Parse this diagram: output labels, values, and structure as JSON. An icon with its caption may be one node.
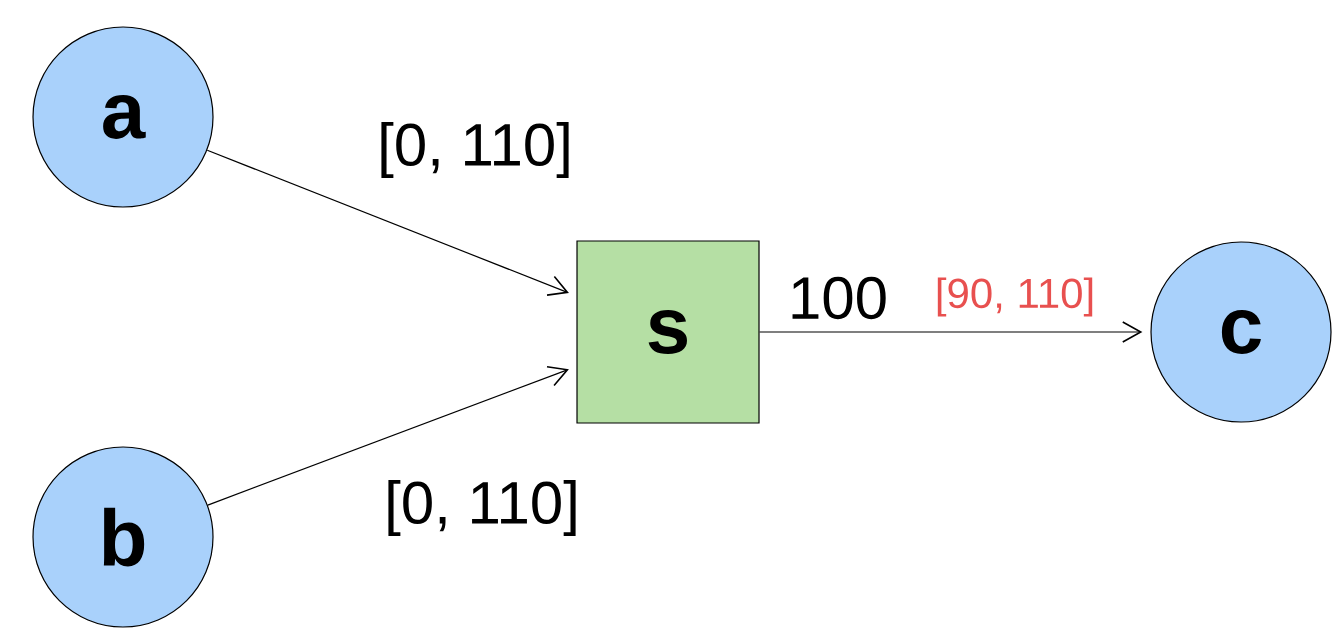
{
  "diagram": {
    "nodes": [
      {
        "text": [
          "a"
        ]
      },
      {
        "text": [
          "b"
        ]
      },
      {
        "text": [
          "s"
        ]
      },
      {
        "text": [
          "c"
        ]
      }
    ],
    "edges": [
      {
        "from": 0,
        "to": 2,
        "arrow": "to",
        "label": "[0, 110]"
      },
      {
        "from": 1,
        "to": 2,
        "arrow": "to",
        "label": "[0, 110]"
      },
      {
        "from": 2,
        "to": 3,
        "arrow": "to",
        "label": "100"
      }
    ],
    "labels": [
      "[90, 110]"
    ]
  }
}
